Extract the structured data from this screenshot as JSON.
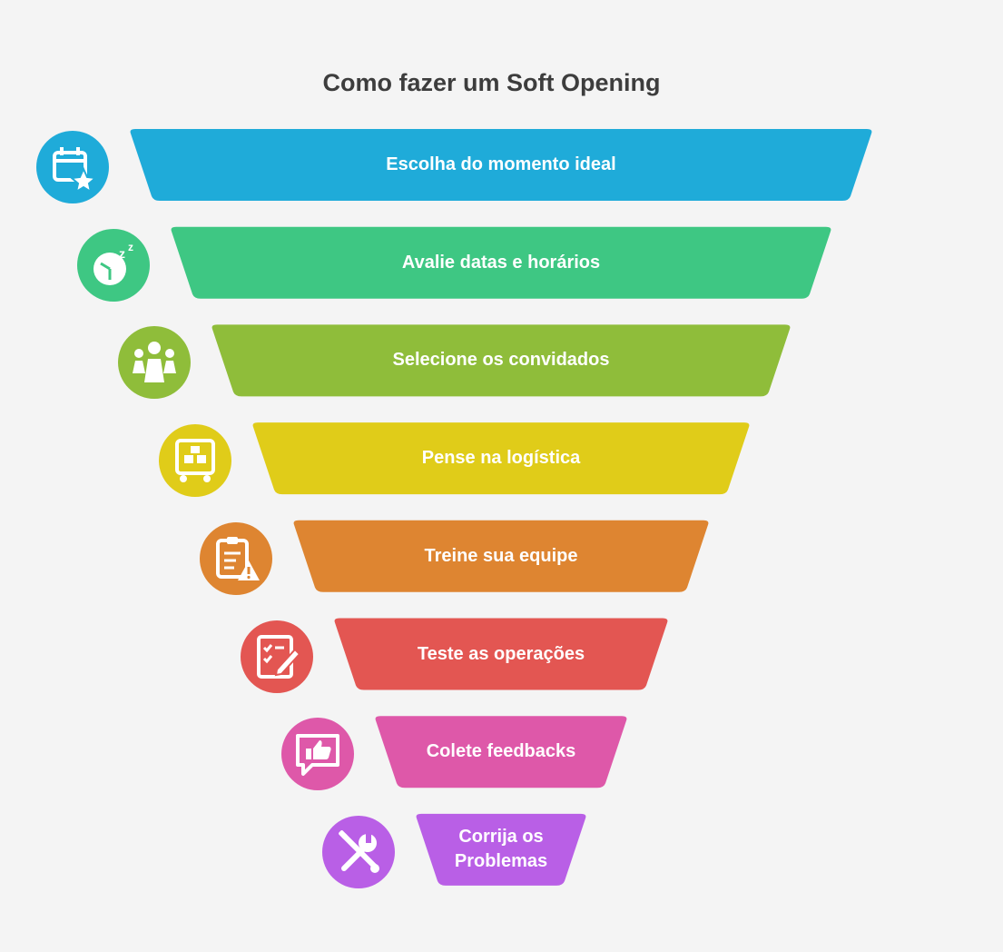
{
  "title": "Como fazer um Soft Opening",
  "steps": [
    {
      "label": "Escolha do momento ideal",
      "color": "#1fabd9",
      "icon": "calendar-star-icon"
    },
    {
      "label": "Avalie datas e horários",
      "color": "#3ec783",
      "icon": "clock-sleep-icon"
    },
    {
      "label": "Selecione os convidados",
      "color": "#8fbd3a",
      "icon": "people-group-icon"
    },
    {
      "label": "Pense na logística",
      "color": "#e0cc19",
      "icon": "cart-boxes-icon"
    },
    {
      "label": "Treine sua equipe",
      "color": "#de8531",
      "icon": "clipboard-warning-icon"
    },
    {
      "label": "Teste as operações",
      "color": "#e35652",
      "icon": "checklist-pen-icon"
    },
    {
      "label": "Colete feedbacks",
      "color": "#de58a9",
      "icon": "thumbs-up-chat-icon"
    },
    {
      "label": "Corrija os Problemas",
      "color": "#b95fe6",
      "icon": "tools-icon"
    }
  ]
}
